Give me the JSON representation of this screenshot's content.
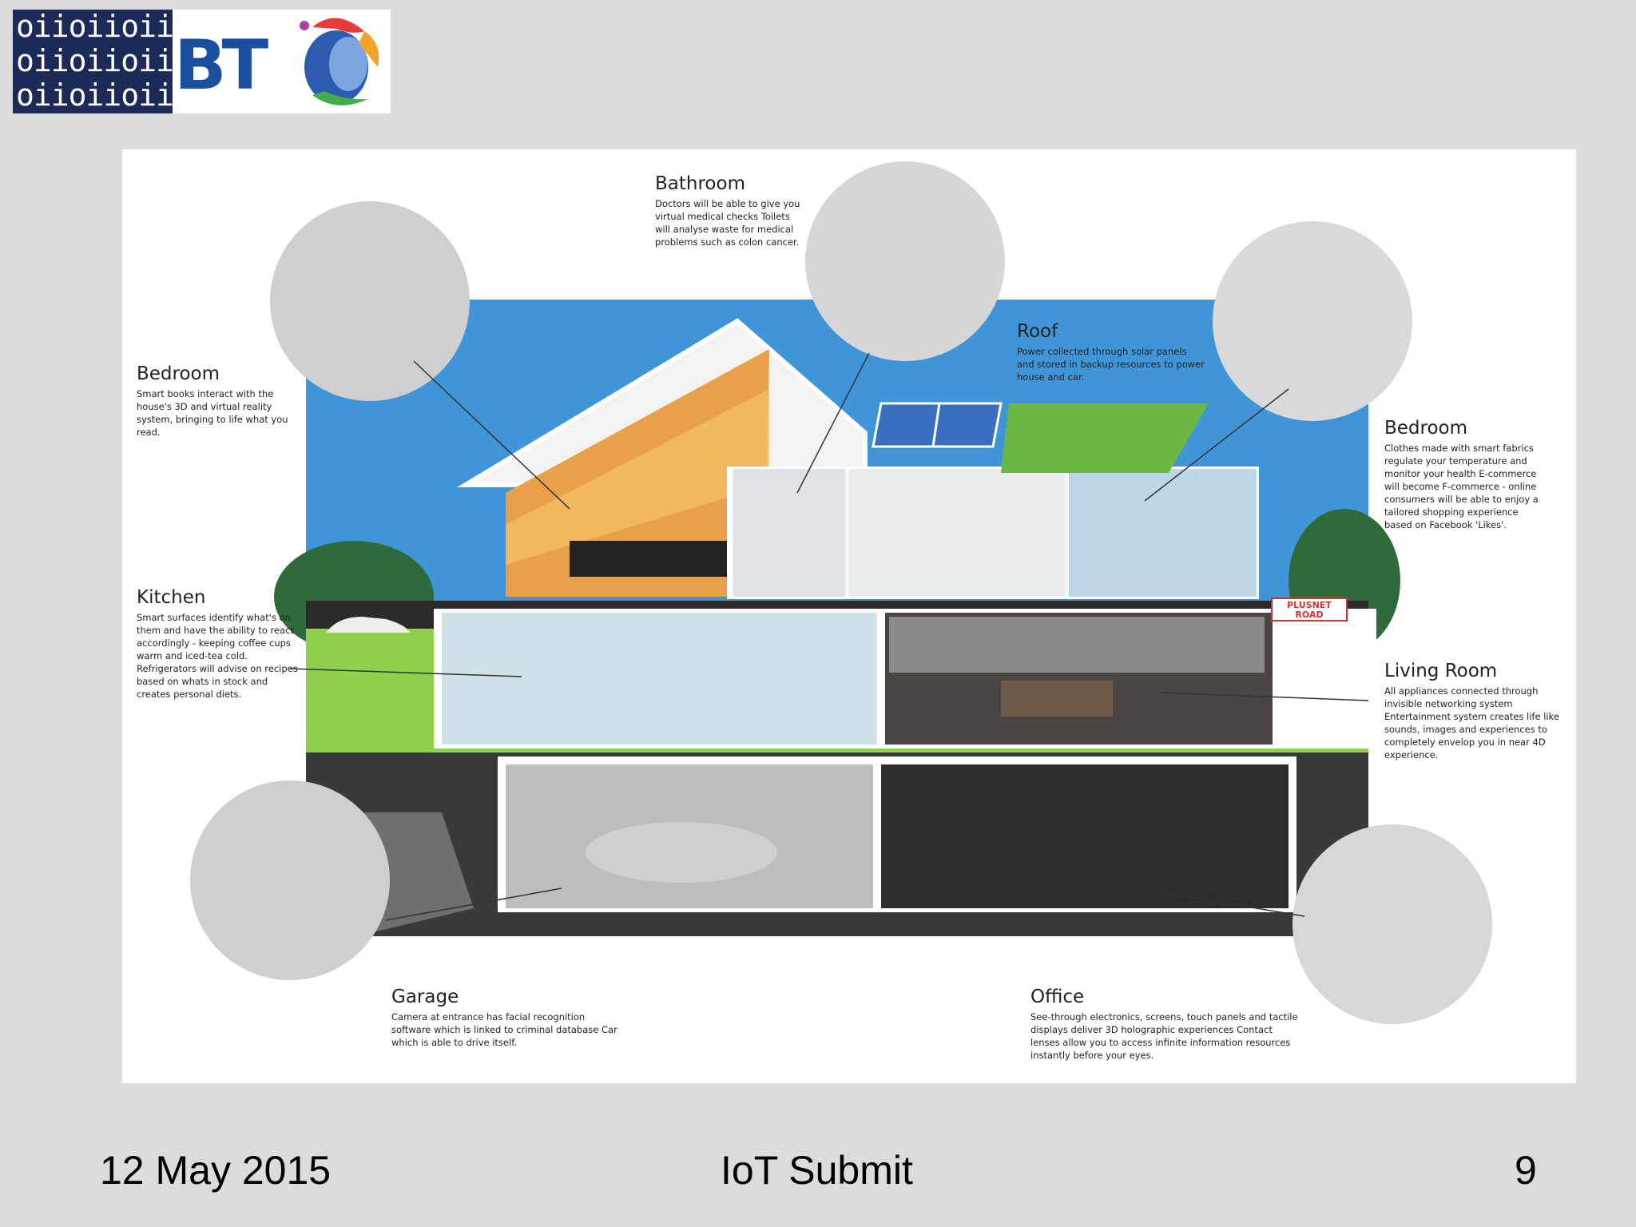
{
  "logo": {
    "binary_rows": [
      "oiioiioii",
      "oiioiioii",
      "oiioiioii"
    ],
    "brand": "BT"
  },
  "infographic": {
    "road_sign": "PLUSNET ROAD",
    "labels": [
      {
        "title": "Bathroom",
        "desc": "Doctors will be able to give you virtual medical checks Toilets will analyse waste for medical problems such as colon cancer."
      },
      {
        "title": "Roof",
        "desc": "Power collected through solar panels and stored in backup resources to power house and car."
      },
      {
        "title": "Bedroom",
        "desc": "Smart books interact with the house's 3D and virtual reality system, bringing to life what you read."
      },
      {
        "title": "Bedroom",
        "desc": "Clothes made with smart fabrics regulate your temperature and monitor your health E-commerce will become F-commerce - online consumers will be able to enjoy a tailored shopping experience based on Facebook 'Likes'."
      },
      {
        "title": "Kitchen",
        "desc": "Smart surfaces identify what's on them and have the ability to react accordingly - keeping coffee cups warm and iced-tea cold. Refrigerators will advise on recipes based on whats in stock and creates personal diets."
      },
      {
        "title": "Living Room",
        "desc": "All appliances connected through invisible networking system Entertainment system creates life like sounds, images and experiences to completely envelop you in near 4D experience."
      },
      {
        "title": "Garage",
        "desc": "Camera at entrance has facial recognition software which is linked to criminal database Car which is able to drive itself."
      },
      {
        "title": "Office",
        "desc": "See-through electronics, screens, touch panels and tactile displays deliver 3D holographic experiences Contact lenses allow you to access infinite information resources instantly before your eyes."
      }
    ]
  },
  "footer": {
    "date": "12 May 2015",
    "title": "IoT Submit",
    "page": "9"
  }
}
